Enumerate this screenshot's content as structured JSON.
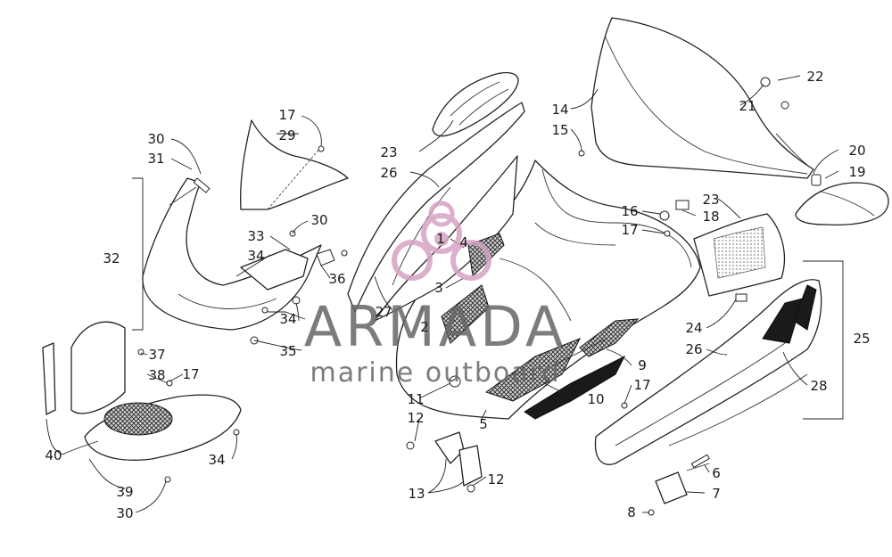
{
  "watermark": {
    "brand": "ARMADA",
    "tagline": "marine outboard",
    "logo_color": "#d6a3c4"
  },
  "callouts": [
    {
      "id": "c1",
      "label": "1"
    },
    {
      "id": "c2",
      "label": "2"
    },
    {
      "id": "c3",
      "label": "3"
    },
    {
      "id": "c4",
      "label": "4"
    },
    {
      "id": "c5",
      "label": "5"
    },
    {
      "id": "c6",
      "label": "6"
    },
    {
      "id": "c7",
      "label": "7"
    },
    {
      "id": "c8",
      "label": "8"
    },
    {
      "id": "c9",
      "label": "9"
    },
    {
      "id": "c10",
      "label": "10"
    },
    {
      "id": "c11",
      "label": "11"
    },
    {
      "id": "c12a",
      "label": "12"
    },
    {
      "id": "c12b",
      "label": "12"
    },
    {
      "id": "c13",
      "label": "13"
    },
    {
      "id": "c14",
      "label": "14"
    },
    {
      "id": "c15",
      "label": "15"
    },
    {
      "id": "c16",
      "label": "16"
    },
    {
      "id": "c17a",
      "label": "17"
    },
    {
      "id": "c17b",
      "label": "17"
    },
    {
      "id": "c17c",
      "label": "17"
    },
    {
      "id": "c17d",
      "label": "17"
    },
    {
      "id": "c18",
      "label": "18"
    },
    {
      "id": "c19",
      "label": "19"
    },
    {
      "id": "c20",
      "label": "20"
    },
    {
      "id": "c21",
      "label": "21"
    },
    {
      "id": "c22",
      "label": "22"
    },
    {
      "id": "c23a",
      "label": "23"
    },
    {
      "id": "c23b",
      "label": "23"
    },
    {
      "id": "c24",
      "label": "24"
    },
    {
      "id": "c25",
      "label": "25"
    },
    {
      "id": "c26a",
      "label": "26"
    },
    {
      "id": "c26b",
      "label": "26"
    },
    {
      "id": "c27",
      "label": "27"
    },
    {
      "id": "c28",
      "label": "28"
    },
    {
      "id": "c29",
      "label": "29"
    },
    {
      "id": "c30a",
      "label": "30"
    },
    {
      "id": "c30b",
      "label": "30"
    },
    {
      "id": "c30c",
      "label": "30"
    },
    {
      "id": "c31",
      "label": "31"
    },
    {
      "id": "c32",
      "label": "32"
    },
    {
      "id": "c33",
      "label": "33"
    },
    {
      "id": "c34a",
      "label": "34"
    },
    {
      "id": "c34b",
      "label": "34"
    },
    {
      "id": "c34c",
      "label": "34"
    },
    {
      "id": "c35",
      "label": "35"
    },
    {
      "id": "c36",
      "label": "36"
    },
    {
      "id": "c37",
      "label": "37"
    },
    {
      "id": "c38",
      "label": "38"
    },
    {
      "id": "c39",
      "label": "39"
    },
    {
      "id": "c40",
      "label": "40"
    }
  ]
}
